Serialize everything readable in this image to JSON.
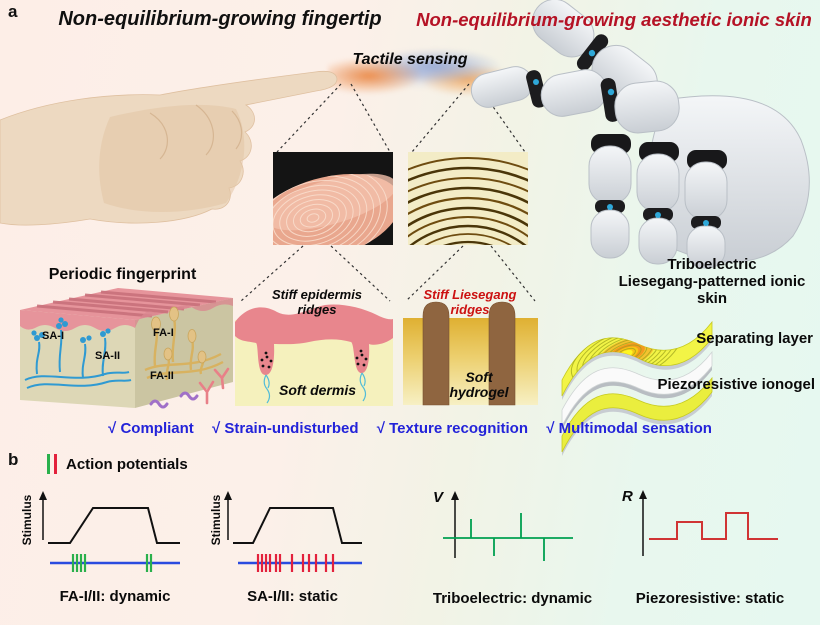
{
  "figure": {
    "panel_a_label": "a",
    "panel_b_label": "b",
    "title_left": "Non-equilibrium-growing fingertip",
    "title_right": "Non-equilibrium-growing aesthetic ionic skin",
    "tactile": "Tactile sensing",
    "colors": {
      "accent_red": "#b51225",
      "feature_blue": "#2323d9",
      "ap_green": "#2ab04c",
      "ap_red": "#e3213c",
      "tribo_green": "#00a050",
      "piezo_red": "#d03434",
      "stimulus_blue": "#2a4bdf"
    },
    "fingerprint_block": {
      "title": "Periodic fingerprint",
      "sa1": "SA-I",
      "sa2": "SA-II",
      "fa1": "FA-I",
      "fa2": "FA-II"
    },
    "epidermis_panel": {
      "line1": "Stiff epidermis",
      "line2": "ridges",
      "bottom": "Soft dermis"
    },
    "liesegang_panel": {
      "line1": "Stiff Liesegang",
      "line2": "ridges",
      "bottom_line1": "Soft",
      "bottom_line2": "hydrogel"
    },
    "stack_labels": {
      "top_line1": "Triboelectric",
      "top_line2": "Liesegang-patterned ionic skin",
      "middle": "Separating layer",
      "bottom": "Piezoresistive ionogel"
    },
    "features": [
      "√ Compliant",
      "√ Strain-undisturbed",
      "√ Texture recognition",
      "√ Multimodal sensation"
    ]
  },
  "panel_b": {
    "legend": "Action potentials",
    "plot1": {
      "ylabel": "Stimulus",
      "caption": "FA-I/II: dynamic"
    },
    "plot2": {
      "ylabel": "Stimulus",
      "caption": "SA-I/II: static"
    },
    "plot3": {
      "ylabel": "V",
      "caption": "Triboelectric: dynamic"
    },
    "plot4": {
      "ylabel": "R",
      "caption": "Piezoresistive: static"
    }
  }
}
